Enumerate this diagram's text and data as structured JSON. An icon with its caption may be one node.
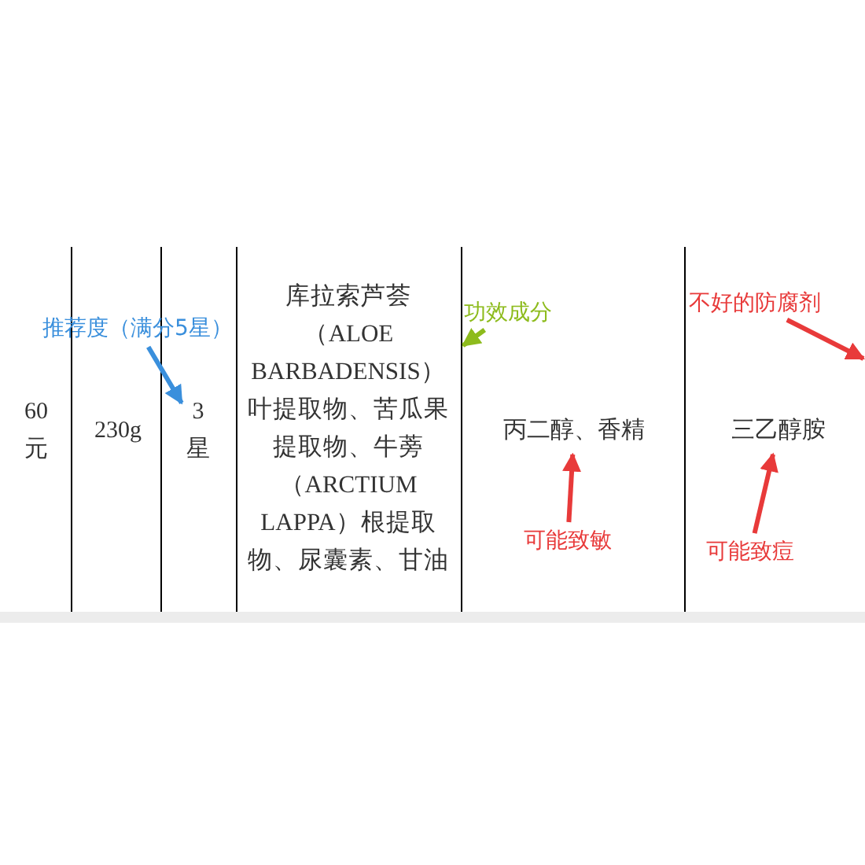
{
  "diagram": {
    "nodes": [
      {
        "text": [
          "60元"
        ]
      },
      {
        "text": [
          "230g"
        ]
      },
      {
        "text": [
          "3星"
        ]
      },
      {
        "text": [
          "库拉索芦荟（ALOE BARBADENSIS）叶提取物、苦瓜果提取物、牛蒡（ARCTIUM LAPPA）根提取物、尿囊素、甘油"
        ]
      },
      {
        "text": [
          "丙二醇、香精"
        ]
      },
      {
        "text": [
          "三乙醇胺"
        ]
      },
      {
        "text": [
          "推荐度（满分5星）"
        ]
      },
      {
        "text": [
          "功效成分"
        ]
      },
      {
        "text": [
          "可能致敏"
        ]
      },
      {
        "text": [
          "可能致痘"
        ]
      },
      {
        "text": [
          "不好的防腐剂"
        ]
      }
    ],
    "edges": [
      {
        "from": 6,
        "to": 2,
        "arrow": "to",
        "color": "#3a8fdc"
      },
      {
        "from": 7,
        "to": 3,
        "arrow": "to",
        "color": "#8dbb1c"
      },
      {
        "from": 8,
        "to": 4,
        "arrow": "to"
      },
      {
        "from": 9,
        "to": 5,
        "arrow": "to"
      },
      {
        "from": 10,
        "to": null,
        "arrow": "to"
      }
    ]
  }
}
